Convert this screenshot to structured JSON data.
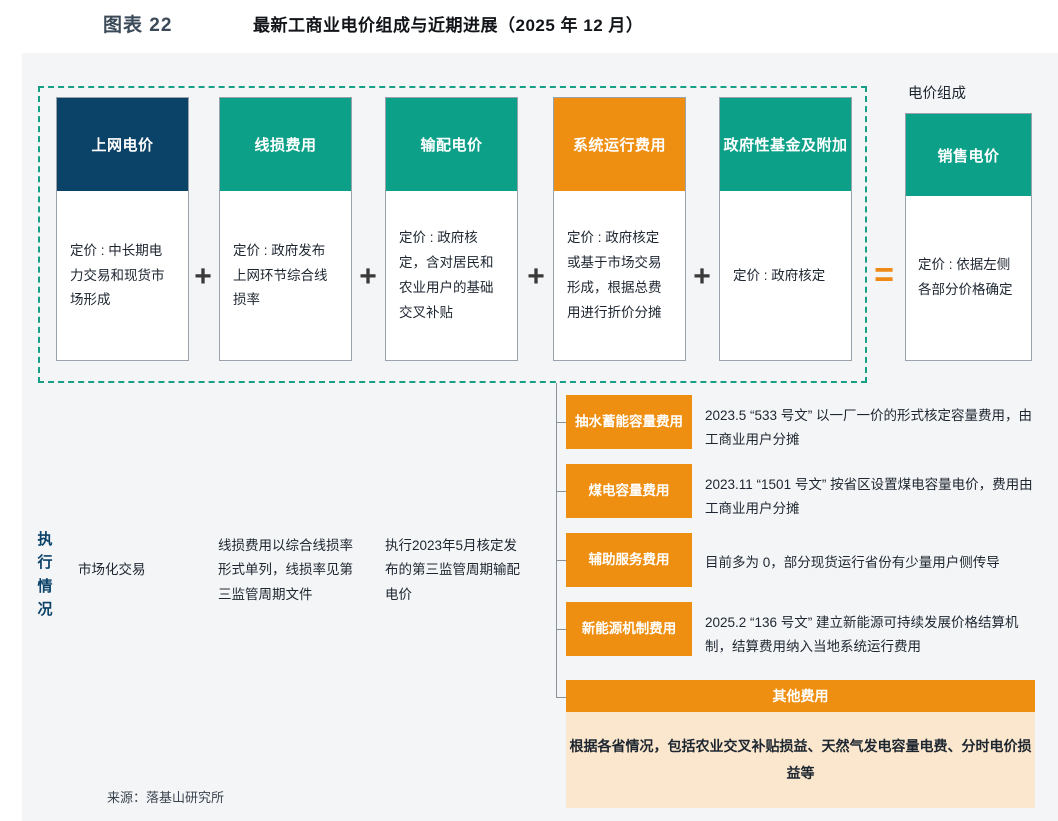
{
  "header": {
    "figure_number": "图表 22",
    "title": "最新工商业电价组成与近期进展（2025 年 12 月）"
  },
  "colors": {
    "navy": "#0b4268",
    "teal": "#0da089",
    "orange": "#ef8f11",
    "orange_light": "#fbe7cd",
    "panel_bg": "#f4f5f7",
    "dashed_border": "#16a085"
  },
  "components": [
    {
      "title": "上网电价",
      "header_color": "#0b4268",
      "pricing": "定价 : 中长期电力交易和现货市场形成",
      "operator_after": "+"
    },
    {
      "title": "线损费用",
      "header_color": "#0da089",
      "pricing": "定价 : 政府发布上网环节综合线损率",
      "operator_after": "+"
    },
    {
      "title": "输配电价",
      "header_color": "#0da089",
      "pricing": "定价 : 政府核定，含对居民和农业用户的基础交叉补贴",
      "operator_after": "+"
    },
    {
      "title": "系统运行费用",
      "header_color": "#ef8f11",
      "pricing": "定价 : 政府核定或基于市场交易形成，根据总费用进行折价分摊",
      "operator_after": "+"
    },
    {
      "title": "政府性基金及附加",
      "header_color": "#0da089",
      "pricing": "定价 : 政府核定",
      "operator_after": "="
    }
  ],
  "result": {
    "group_label": "电价组成",
    "title": "销售电价",
    "header_color": "#0da089",
    "pricing": "定价 : 依据左侧各部分价格确定"
  },
  "sub_items": [
    {
      "name": "抽水蓄能容量费用",
      "description": "2023.5 “533 号文” 以一厂一价的形式核定容量费用，由工商业用户分摊"
    },
    {
      "name": "煤电容量费用",
      "description": "2023.11 “1501 号文” 按省区设置煤电容量电价，费用由工商业用户分摊"
    },
    {
      "name": "辅助服务费用",
      "description": "目前多为 0，部分现货运行省份有少量用户侧传导"
    },
    {
      "name": "新能源机制费用",
      "description": "2025.2 “136 号文” 建立新能源可持续发展价格结算机制，结算费用纳入当地系统运行费用"
    }
  ],
  "other_fees": {
    "title": "其他费用",
    "description": "根据各省情况，包括农业交叉补贴损益、天然气发电容量电费、分时电价损益等"
  },
  "execution": {
    "label": "执行情况",
    "cells": [
      "市场化交易",
      "线损费用以综合线损率形式单列，线损率见第三监管周期文件",
      "执行2023年5月核定发布的第三监管周期输配电价"
    ]
  },
  "source": "来源：落基山研究所"
}
